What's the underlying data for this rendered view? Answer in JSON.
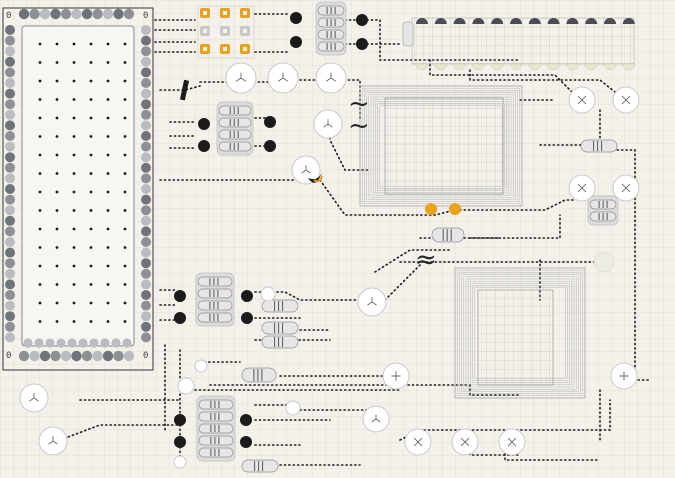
{
  "artwork": {
    "labels": {
      "corner_top_left": "0",
      "corner_top_right": "0",
      "corner_bottom_left": "0",
      "corner_bottom_right": "0"
    },
    "symbols": {
      "tilde_1": "~",
      "tilde_2": "~",
      "approx": "≈"
    },
    "colors": {
      "paper": "#f3f1ea",
      "grid": "#d9dcd8",
      "ink": "#1b1b1b",
      "graphite": "#6f737a",
      "graphite_light": "#b9bcc1",
      "orange": "#e8a21c",
      "disc": "#ffffff",
      "disc_stroke": "#c9c9c9",
      "resistor": "#e6e6e6",
      "yellowish": "#e9e6cf"
    }
  }
}
